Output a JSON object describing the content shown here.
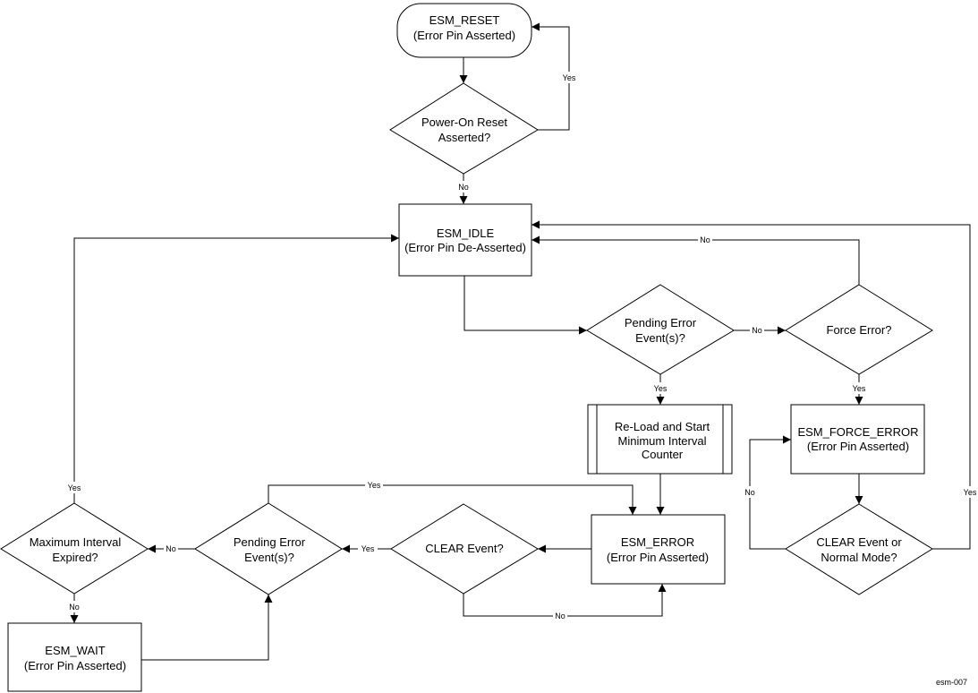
{
  "diagram": {
    "nodes": {
      "esm_reset": [
        "ESM_RESET",
        "(Error Pin Asserted)"
      ],
      "por_decision": [
        "Power-On Reset",
        "Asserted?"
      ],
      "esm_idle": [
        "ESM_IDLE",
        "(Error Pin De-Asserted)"
      ],
      "pending_error_1": [
        "Pending Error",
        "Event(s)?"
      ],
      "force_error_decision": [
        "Force Error?"
      ],
      "reload_counter": [
        "Re-Load and Start",
        "Minimum Interval",
        "Counter"
      ],
      "esm_force_error": [
        "ESM_FORCE_ERROR",
        "(Error Pin Asserted)"
      ],
      "clear_or_normal": [
        "CLEAR Event or",
        "Normal Mode?"
      ],
      "esm_error": [
        "ESM_ERROR",
        "(Error Pin Asserted)"
      ],
      "clear_event": [
        "CLEAR Event?"
      ],
      "pending_error_2": [
        "Pending Error",
        "Event(s)?"
      ],
      "max_interval": [
        "Maximum Interval",
        "Expired?"
      ],
      "esm_wait": [
        "ESM_WAIT",
        "(Error Pin Asserted)"
      ]
    },
    "edge_labels": {
      "por_yes": "Yes",
      "por_no": "No",
      "force_no": "No",
      "pending1_no": "No",
      "pending1_yes": "Yes",
      "force_yes": "Yes",
      "clear_normal_no": "No",
      "clear_normal_yes": "Yes",
      "pending2_yes_top": "Yes",
      "clear_event_yes": "Yes",
      "clear_event_no": "No",
      "pending2_no": "No",
      "max_yes": "Yes",
      "max_no": "No"
    },
    "figure_id": "esm-007"
  }
}
